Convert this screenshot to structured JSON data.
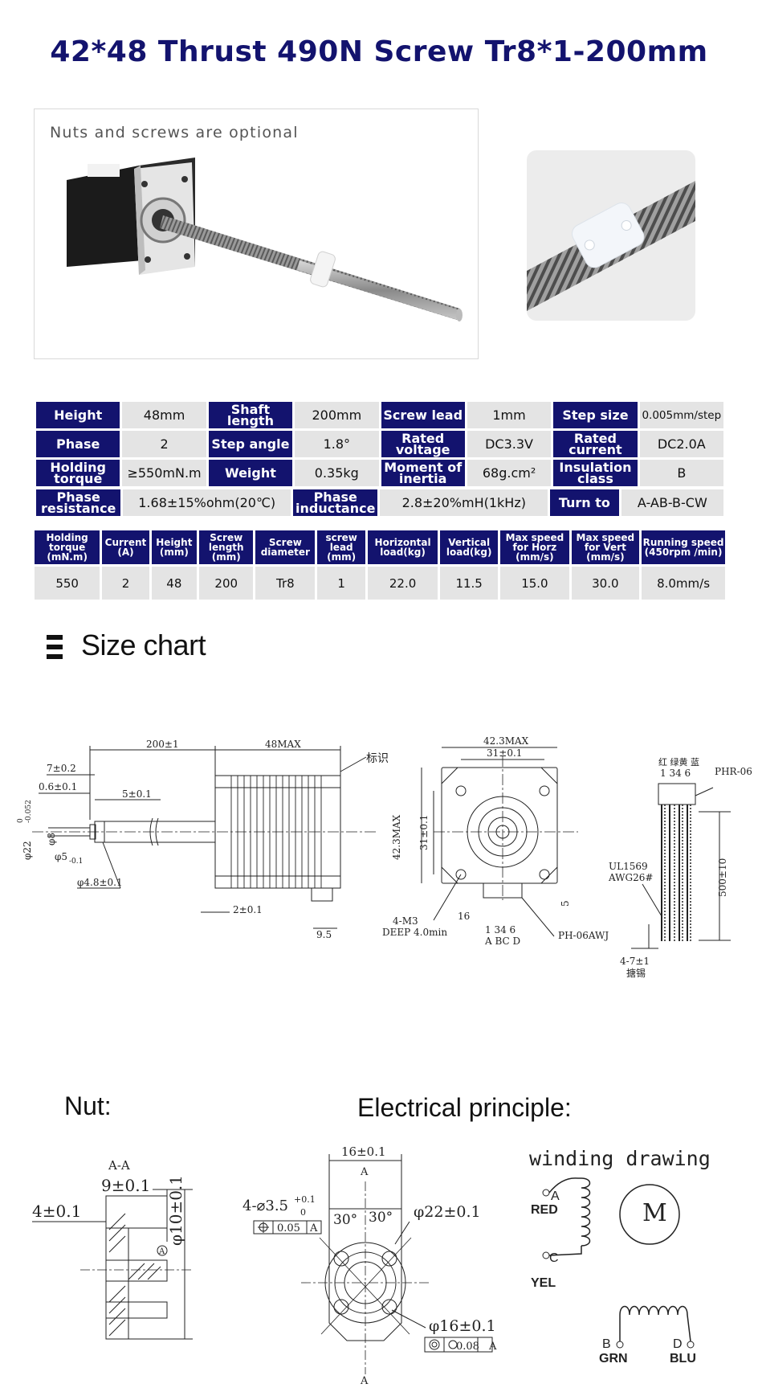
{
  "title": "42*48 Thrust 490N Screw Tr8*1-200mm",
  "photo": {
    "caption": "Nuts and screws are optional"
  },
  "spec_table": {
    "rows": [
      [
        {
          "h": "Height"
        },
        {
          "v": "48mm"
        },
        {
          "h": "Shaft length"
        },
        {
          "v": "200mm"
        },
        {
          "h": "Screw lead"
        },
        {
          "v": "1mm"
        },
        {
          "h": "Step size"
        },
        {
          "v": "0.005mm/step"
        }
      ],
      [
        {
          "h": "Phase"
        },
        {
          "v": "2"
        },
        {
          "h": "Step angle"
        },
        {
          "v": "1.8°"
        },
        {
          "h": "Rated voltage"
        },
        {
          "v": "DC3.3V"
        },
        {
          "h": "Rated current"
        },
        {
          "v": "DC2.0A"
        }
      ],
      [
        {
          "h": "Holding torque"
        },
        {
          "v": "≥550mN.m"
        },
        {
          "h": "Weight"
        },
        {
          "v": "0.35kg"
        },
        {
          "h": "Moment of inertia"
        },
        {
          "v": "68g.cm²"
        },
        {
          "h": "Insulation class"
        },
        {
          "v": "B"
        }
      ]
    ],
    "last_row": {
      "phase_resistance_label": "Phase resistance",
      "phase_resistance": "1.68±15%ohm(20℃)",
      "phase_inductance_label": "Phase inductance",
      "phase_inductance": "2.8±20%mH(1kHz)",
      "turn_label": "Turn to",
      "turn": "A-AB-B-CW"
    }
  },
  "perf_table": {
    "headers": [
      "Holding torque (mN.m)",
      "Current (A)",
      "Height (mm)",
      "Screw length (mm)",
      "Screw diameter",
      "screw lead (mm)",
      "Horizontal load(kg)",
      "Vertical load(kg)",
      "Max speed for Horz (mm/s)",
      "Max speed for Vert (mm/s)",
      "Running speed (450rpm /min)"
    ],
    "values": [
      "550",
      "2",
      "48",
      "200",
      "Tr8",
      "1",
      "22.0",
      "11.5",
      "15.0",
      "30.0",
      "8.0mm/s"
    ]
  },
  "size_chart": {
    "heading": "Size chart",
    "side_dims": [
      "200±1",
      "48MAX",
      "标识",
      "7±0.2",
      "0.6±0.1",
      "5±0.1",
      "φ22",
      "-0.052",
      "0",
      "φ8",
      "φ5",
      "-0.1",
      "φ4.8±0.1",
      "2±0.1",
      "9.5"
    ],
    "front_dims": [
      "42.3MAX",
      "31±0.1",
      "42.3MAX",
      "31±0.1",
      "4-M3",
      "DEEP 4.0min",
      "16",
      "5",
      "1 34 6",
      "A BC D",
      "PH-06AWJ"
    ],
    "wire_dims": [
      "红 绿黄 蓝",
      "1 34 6",
      "PHR-06",
      "UL1569",
      "AWG26#",
      "500±10",
      "4-7±1",
      "搪锡"
    ]
  },
  "nut": {
    "heading": "Nut:",
    "section_label": "A-A",
    "dims": [
      "9±0.1",
      "4±0.1",
      "φ10±0.1",
      "A"
    ]
  },
  "electrical": {
    "heading": "Electrical principle:",
    "nut_top_dims": [
      "16±0.1",
      "A",
      "4-⌀3.5",
      "+0.1",
      "0",
      "0.05",
      "A",
      "30°",
      "30°",
      "φ22±0.1",
      "φ16±0.1",
      "0.08",
      "A",
      "A"
    ],
    "winding_title": "winding drawing",
    "motor_symbol": "M",
    "wires": [
      {
        "pin": "A",
        "color": "RED"
      },
      {
        "pin": "C",
        "color": "YEL"
      },
      {
        "pin": "B",
        "color": "GRN"
      },
      {
        "pin": "D",
        "color": "BLU"
      }
    ]
  }
}
